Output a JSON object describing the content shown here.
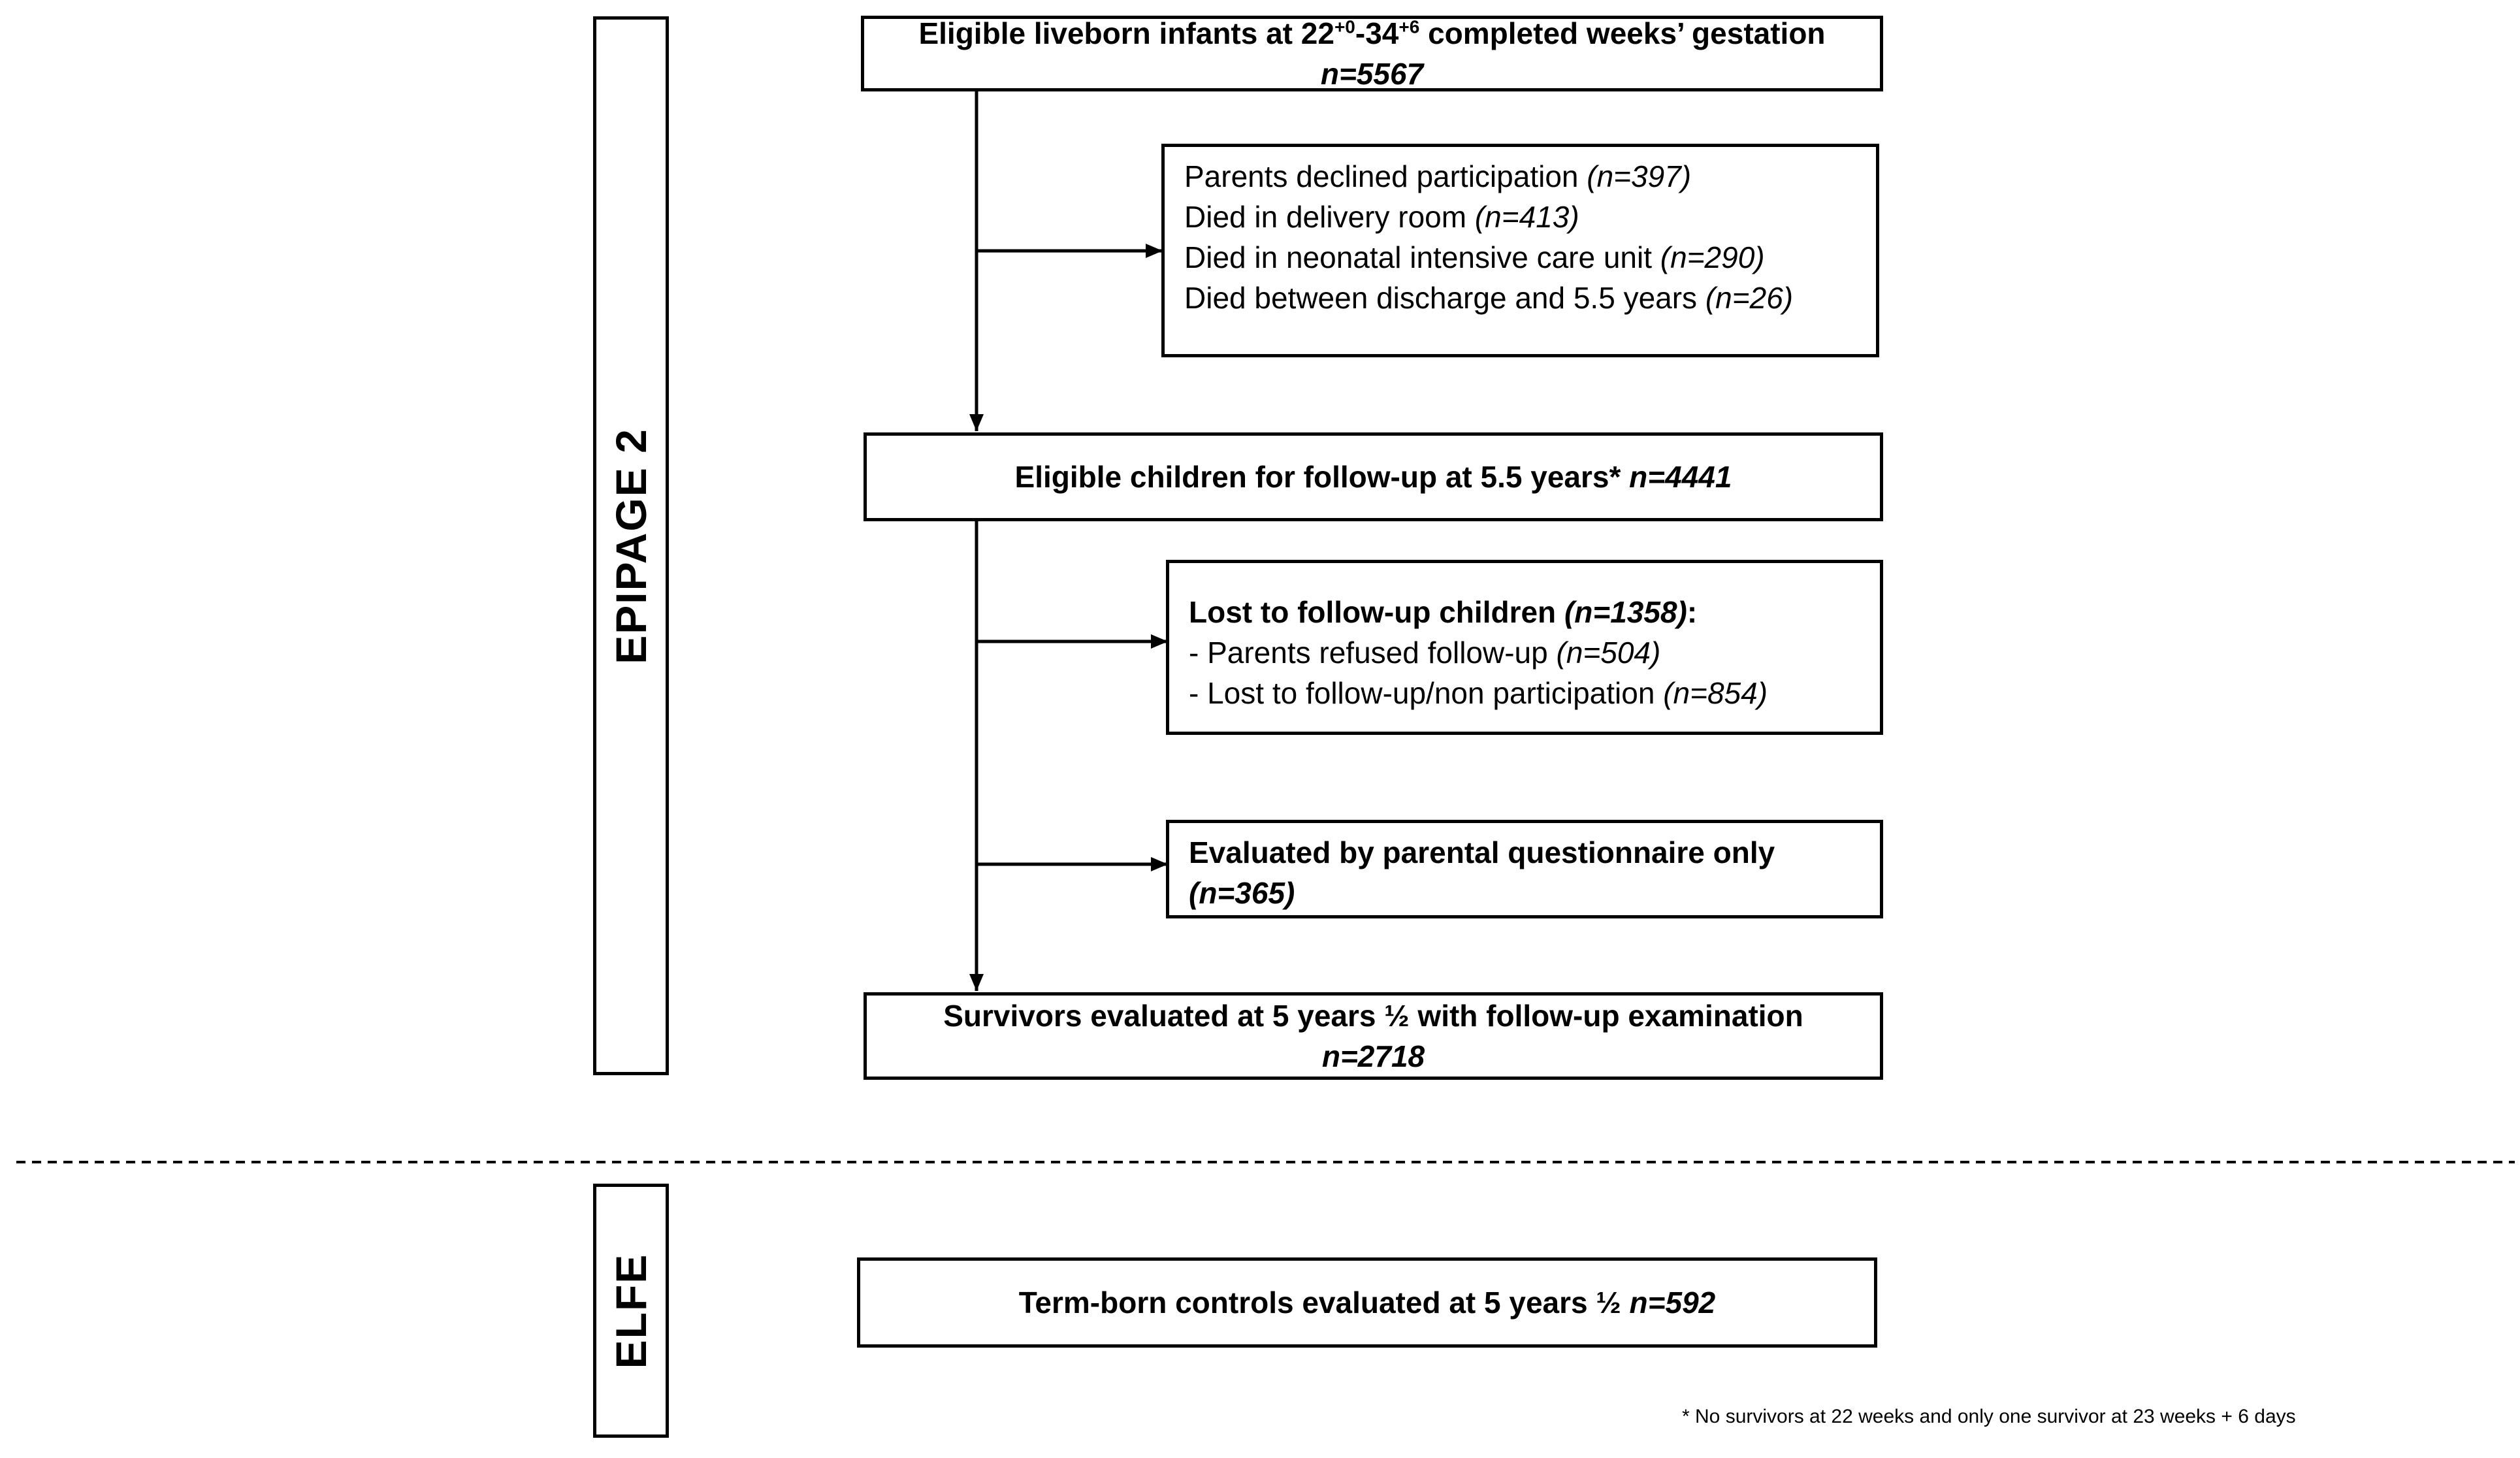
{
  "side_labels": {
    "epipage": "EPIPAGE  2",
    "elfe": "ELFE"
  },
  "boxes": {
    "eligible_liveborn": {
      "text_before": "Eligible liveborn infants at 22",
      "sup1": "+0",
      "text_mid": "-34",
      "sup2": "+6",
      "text_after": " completed weeks’ gestation",
      "n": "n=5567"
    },
    "exclusions": {
      "items": [
        {
          "label": "Parents declined participation ",
          "n": "(n=397)"
        },
        {
          "label": "Died in delivery room ",
          "n": "(n=413)"
        },
        {
          "label": "Died  in neonatal intensive care unit ",
          "n": "(n=290)"
        },
        {
          "label": "Died between discharge and 5.5 years ",
          "n": "(n=26)"
        }
      ]
    },
    "eligible_followup": {
      "label": "Eligible children for follow-up at 5.5 years* ",
      "n": "n=4441"
    },
    "lost": {
      "title": "Lost to follow-up children ",
      "title_n": "(n=1358)",
      "title_suffix": ":",
      "items": [
        {
          "label": "- Parents refused follow-up ",
          "n": "(n=504)"
        },
        {
          "label": "- Lost to follow-up/non participation ",
          "n": "(n=854)"
        }
      ]
    },
    "questionnaire": {
      "label": "Evaluated by parental questionnaire only",
      "n": "(n=365)"
    },
    "survivors": {
      "label": "Survivors evaluated at 5 years ½ with follow-up examination",
      "n": "n=2718"
    },
    "controls": {
      "label": "Term-born controls evaluated at 5 years ½ ",
      "n": "n=592"
    }
  },
  "footnote": "* No survivors at 22 weeks and only one survivor at 23 weeks + 6 days"
}
